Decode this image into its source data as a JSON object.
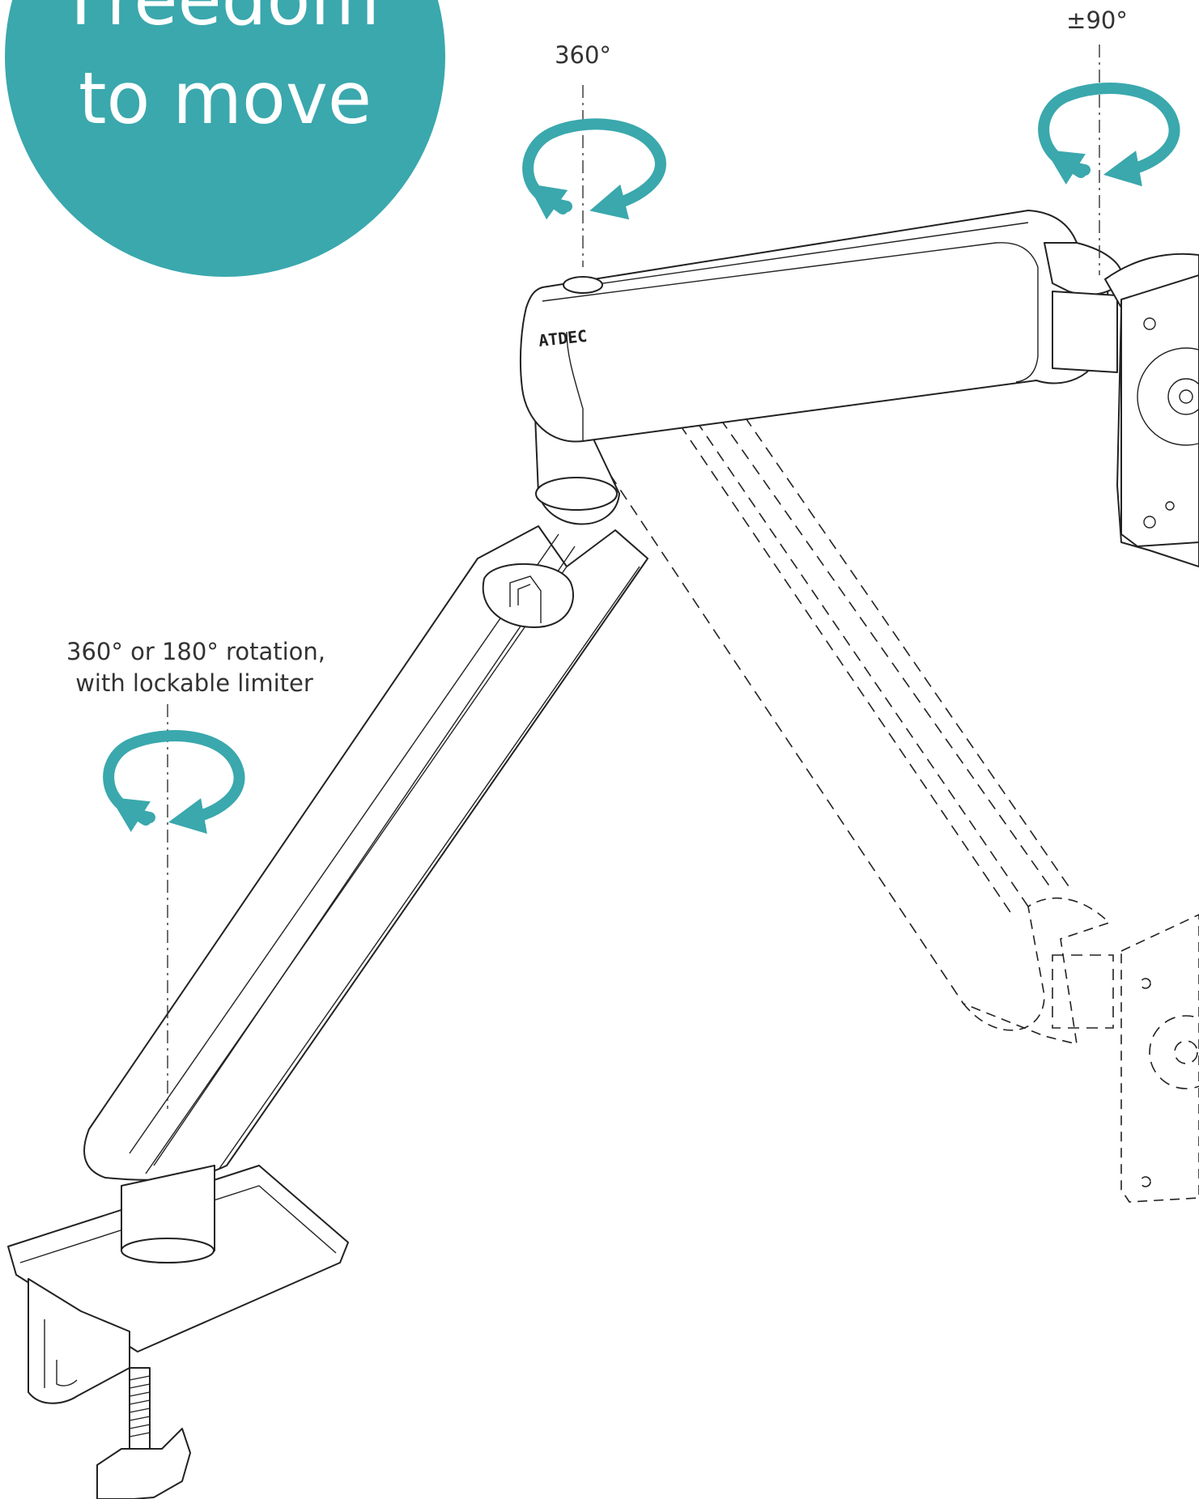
{
  "headline": {
    "line1": "Freedom",
    "line2": "to move"
  },
  "annotations": {
    "shoulder_rotation": "360°",
    "head_rotation": "±90°",
    "base_rotation_line1": "360° or 180° rotation,",
    "base_rotation_line2": "with lockable limiter"
  },
  "product": {
    "brand_label": "ATDEC"
  },
  "colors": {
    "accent": "#3aa8ad",
    "line": "#222222",
    "text": "#333333",
    "background": "#ffffff"
  },
  "icons": [
    "rotation-arrow-icon",
    "rotation-arrow-icon",
    "rotation-arrow-icon"
  ]
}
